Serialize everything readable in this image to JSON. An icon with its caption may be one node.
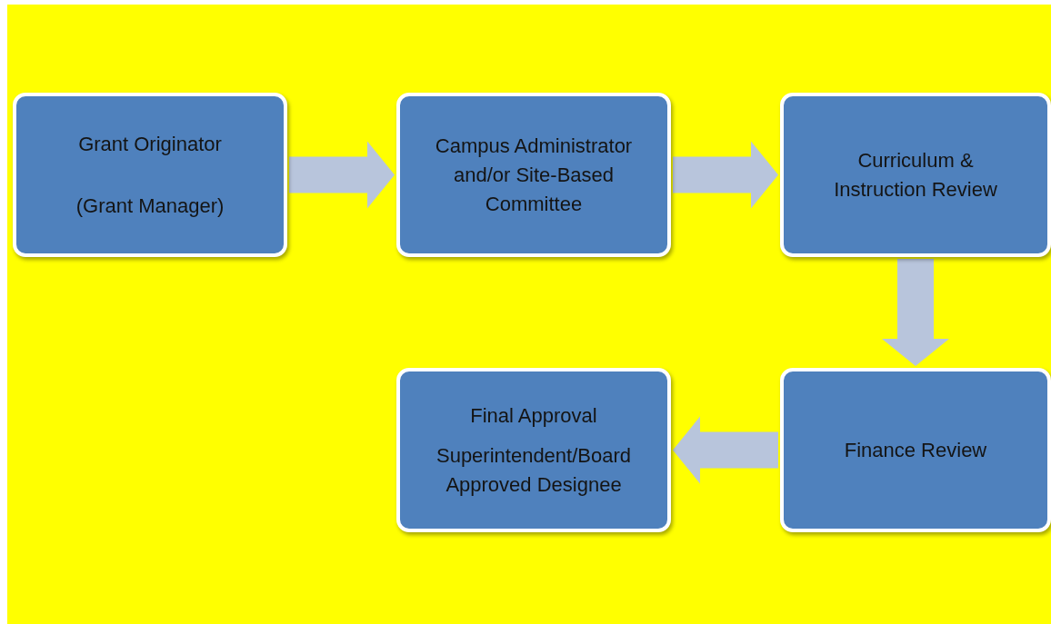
{
  "diagram": {
    "nodes": [
      {
        "text": [
          "Grant Originator",
          "(Grant Manager)"
        ]
      },
      {
        "text": [
          "Campus Administrator and/or Site-Based Committee"
        ]
      },
      {
        "text": [
          "Curriculum & Instruction Review"
        ]
      },
      {
        "text": [
          "Finance Review"
        ]
      },
      {
        "text": [
          "Final Approval",
          "Superintendent/Board Approved Designee"
        ]
      }
    ],
    "edges": [
      {
        "from": 0,
        "to": 1,
        "arrow": "to"
      },
      {
        "from": 1,
        "to": 2,
        "arrow": "to"
      },
      {
        "from": 2,
        "to": 3,
        "arrow": "to"
      },
      {
        "from": 3,
        "to": 4,
        "arrow": "to"
      }
    ]
  }
}
